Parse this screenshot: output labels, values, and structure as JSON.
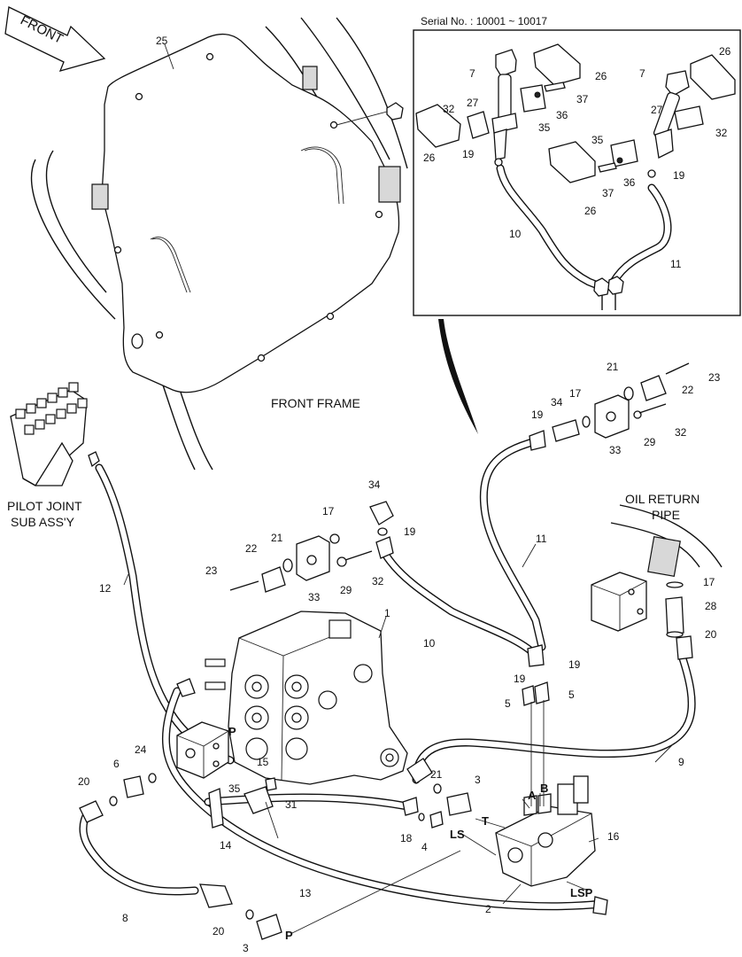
{
  "front_arrow": "FRONT",
  "serial_no": "Serial No. : 10001 ~ 10017",
  "front_frame": "FRONT FRAME",
  "pilot_joint": [
    "PILOT JOINT",
    "SUB ASS'Y"
  ],
  "oil_return_pipe": [
    "OIL RETURN",
    "PIPE"
  ],
  "letters": {
    "P": "P",
    "T": "T",
    "LS": "LS",
    "A": "A",
    "B": "B",
    "LSP": "LSP"
  },
  "callouts": {
    "c25": "25",
    "i7a": "7",
    "i26a": "26",
    "i37a": "37",
    "i27a": "27",
    "i32a": "32",
    "i36a": "36",
    "i35a": "35",
    "i26b": "26",
    "i19a": "19",
    "i10": "10",
    "i7b": "7",
    "i26c": "26",
    "i27b": "27",
    "i32b": "32",
    "i35b": "35",
    "i19b": "19",
    "i36b": "36",
    "i37b": "37",
    "i26d": "26",
    "i11": "11",
    "m23": "23",
    "m21": "21",
    "m22": "22",
    "m17": "17",
    "m34": "34",
    "m19": "19",
    "m29": "29",
    "m32": "32",
    "m33": "33",
    "m11": "11",
    "l34": "34",
    "l17": "17",
    "l19": "19",
    "l22": "22",
    "l21": "21",
    "l23": "23",
    "l33": "33",
    "l29": "29",
    "l32": "32",
    "l10": "10",
    "l1": "1",
    "c12": "12",
    "c19a": "19",
    "c19b": "19",
    "c5a": "5",
    "c5b": "5",
    "r17": "17",
    "r28": "28",
    "r20": "20",
    "c9": "9",
    "c24": "24",
    "c6": "6",
    "c20a": "20",
    "c35": "35",
    "c15": "15",
    "c31": "31",
    "c14": "14",
    "c21": "21",
    "c3a": "3",
    "c18": "18",
    "c4": "4",
    "c16": "16",
    "c8": "8",
    "c13": "13",
    "c2": "2",
    "c20b": "20",
    "c3b": "3"
  }
}
